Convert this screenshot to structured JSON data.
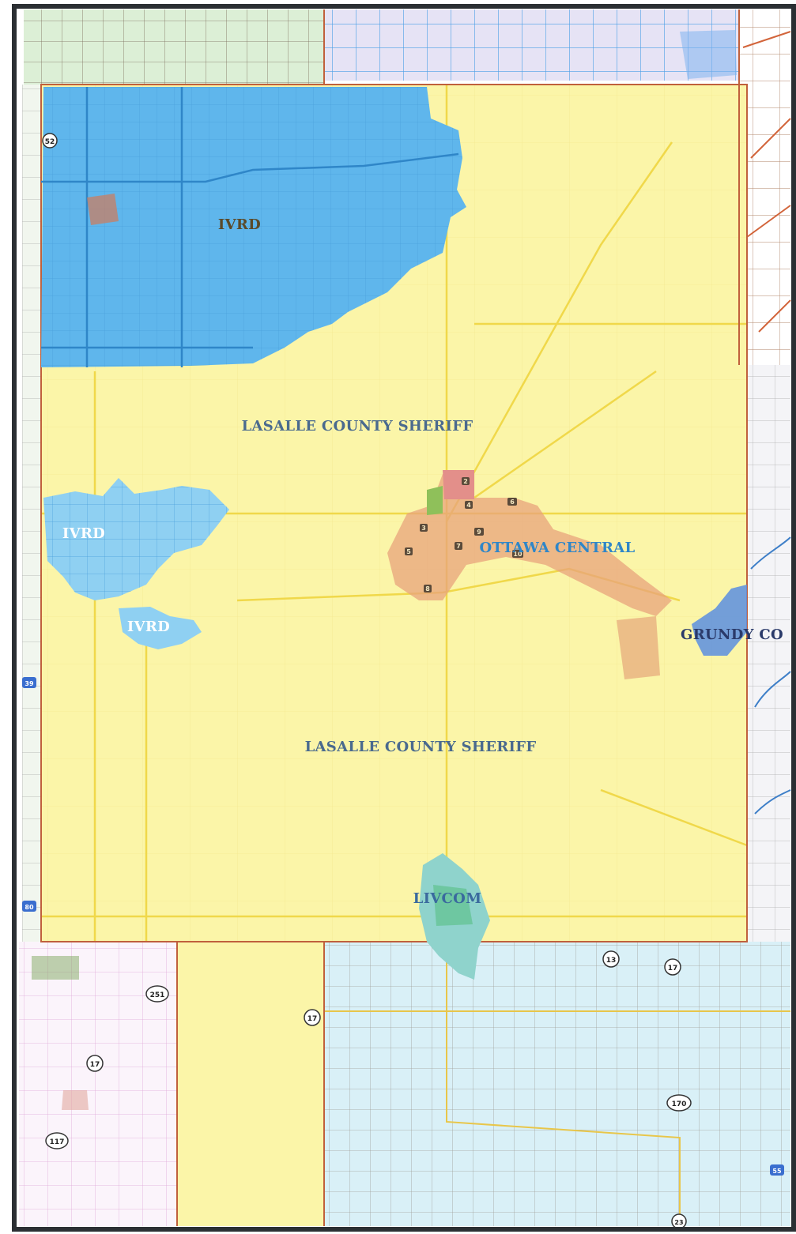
{
  "regions": {
    "lasalle_sheriff_north": "LASALLE COUNTY SHERIFF",
    "lasalle_sheriff_south": "LASALLE COUNTY SHERIFF",
    "ivrd_north": "IVRD",
    "ivrd_west": "IVRD",
    "ivrd_south": "IVRD",
    "ottawa_central": "OTTAWA CENTRAL",
    "grundy_co": "GRUNDY CO",
    "livcom": "LIVCOM"
  },
  "route_shields": {
    "r_north_52": "52",
    "r_13": "13",
    "r_17_east": "17",
    "r_17_mid": "17",
    "r_17_west": "17",
    "r_251": "251",
    "r_117": "117",
    "r_170": "170",
    "r_23": "23",
    "r_80": "80",
    "r_55": "55",
    "r_39": "39"
  },
  "station_markers": [
    "2",
    "4",
    "6",
    "3",
    "5",
    "7",
    "8",
    "9",
    "10"
  ],
  "colors": {
    "sheriff": "#fbf5a8",
    "ivrd": "#5fb6ec",
    "ivrd_light": "#8fd0f2",
    "ottawa": "#e8a37c",
    "grundy": "#5b8ee0",
    "livcom": "#8fd3cc",
    "south_county": "#d9f0f7",
    "north_county_green": "#dcefd6",
    "north_county_purple": "#e6e3f5",
    "border_red": "#c0603c",
    "road_yellow": "#f0d84a",
    "frame": "#2b2f33"
  }
}
